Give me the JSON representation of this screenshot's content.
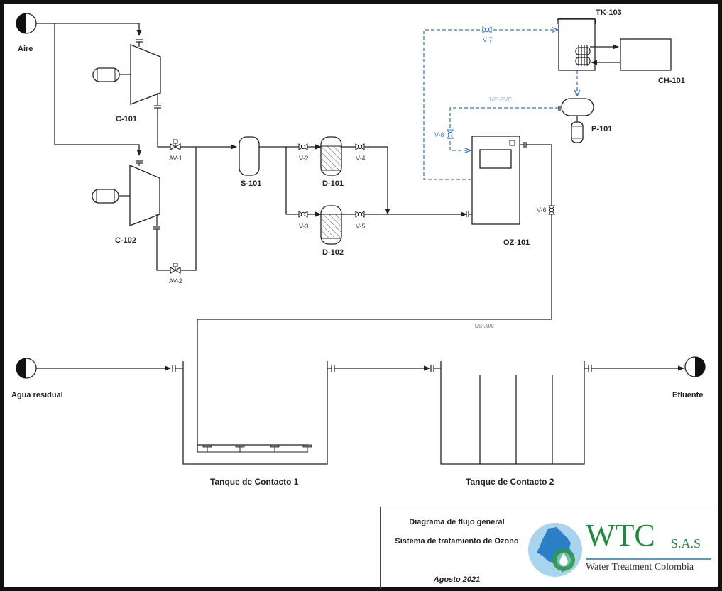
{
  "diagram": {
    "streams": {
      "air_in": "Aire",
      "wastewater_in": "Agua residual",
      "effluent_out": "Efluente"
    },
    "equipment": {
      "compressor_1": "C-101",
      "compressor_2": "C-102",
      "separator": "S-101",
      "dryer_1": "D-101",
      "dryer_2": "D-102",
      "ozonator": "OZ-101",
      "cooling_tank": "TK-103",
      "chiller": "CH-101",
      "pump": "P-101",
      "contact_tank_1": "Tanque de Contacto 1",
      "contact_tank_2": "Tanque de Contacto 2"
    },
    "valves": {
      "av1": "AV-1",
      "av2": "AV-2",
      "v2": "V-2",
      "v3": "V-3",
      "v4": "V-4",
      "v5": "V-5",
      "v6": "V-6",
      "v7": "V-7",
      "v8": "V-8"
    },
    "pipe_specs": {
      "cooling_line": "1/2\"-PVC",
      "ozone_line": "3/8\"-SS"
    },
    "colors": {
      "process_line": "#222222",
      "cooling_line": "#3a78d0"
    }
  },
  "title_block": {
    "title": "Diagrama de flujo general",
    "system": "Sistema de tratamiento de Ozono",
    "date": "Agosto 2021",
    "logo": {
      "name": "WTC",
      "suffix": "S.A.S",
      "subtitle": "Water Treatment Colombia",
      "brand_green": "#1e8a3c",
      "brand_blue": "#3aa6cf"
    }
  }
}
